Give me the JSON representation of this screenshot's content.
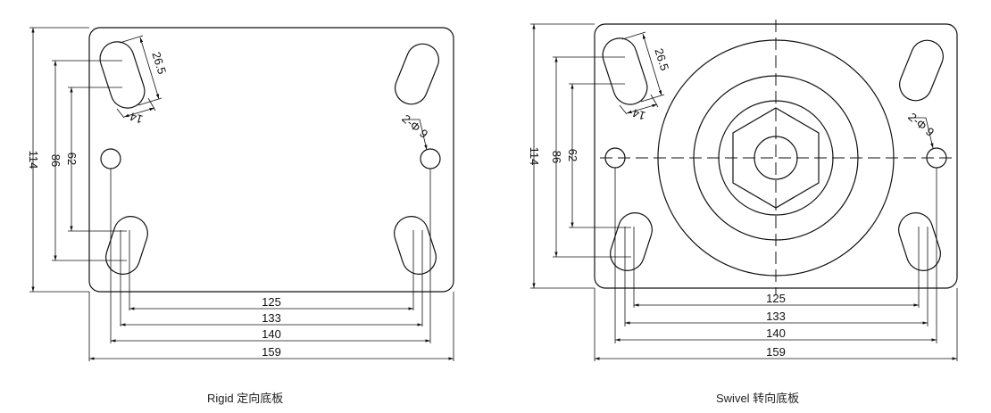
{
  "rigid": {
    "caption": "Rigid 定向底板",
    "dims": {
      "overall_width": "159",
      "hole_spacing_140": "140",
      "slot_spacing_133": "133",
      "slot_spacing_125": "125",
      "overall_height": "114",
      "slot_height_86": "86",
      "slot_height_62": "62",
      "slot_length": "26.5",
      "slot_width": "14",
      "hole_callout": "2-Φ 9"
    }
  },
  "swivel": {
    "caption": "Swivel 转向底板",
    "dims": {
      "overall_width": "159",
      "hole_spacing_140": "140",
      "slot_spacing_133": "133",
      "slot_spacing_125": "125",
      "overall_height": "114",
      "slot_height_86": "86",
      "slot_height_62": "62",
      "slot_length": "26.5",
      "slot_width": "14",
      "hole_callout": "2-Φ 9"
    }
  }
}
